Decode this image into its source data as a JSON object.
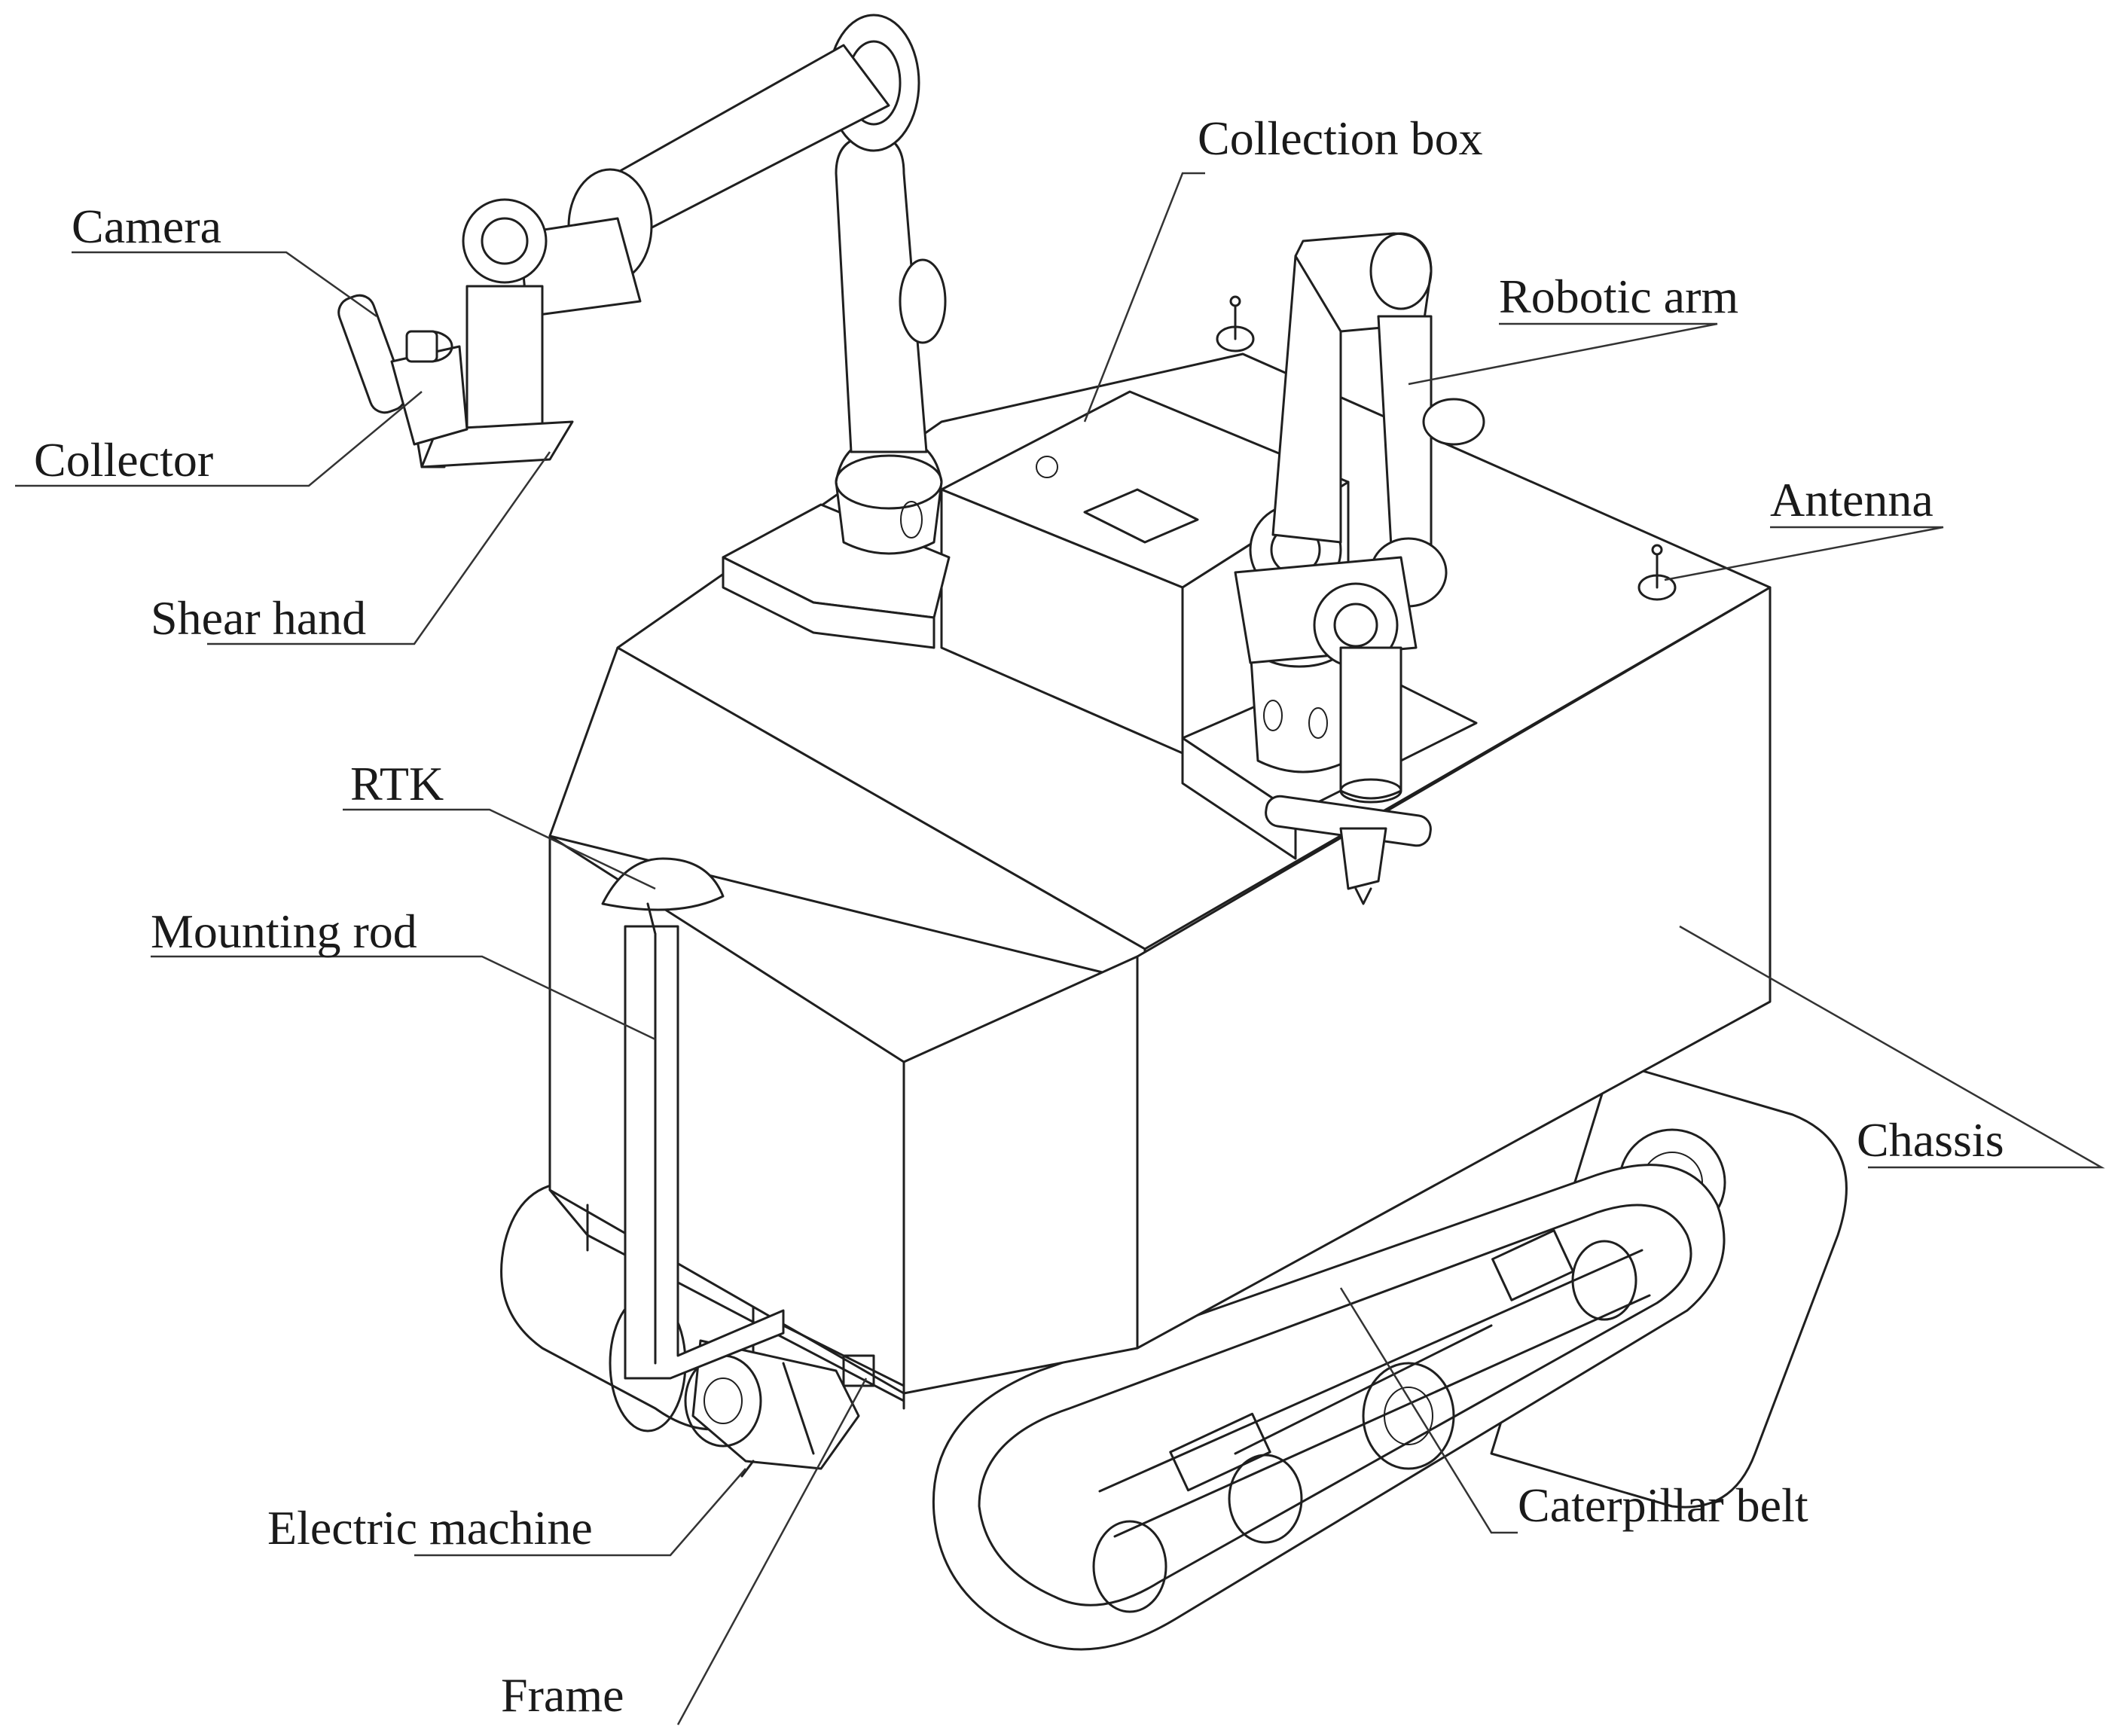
{
  "labels": {
    "camera": "Camera",
    "collector": "Collector",
    "shear_hand": "Shear hand",
    "collection_box": "Collection box",
    "robotic_arm": "Robotic arm",
    "antenna": "Antenna",
    "rtk": "RTK",
    "mounting_rod": "Mounting rod",
    "chassis": "Chassis",
    "electric_machine": "Electric machine",
    "caterpillar_belt": "Caterpillar belt",
    "frame": "Frame"
  },
  "colors": {
    "line": "#1f1f1f",
    "background": "#ffffff"
  }
}
